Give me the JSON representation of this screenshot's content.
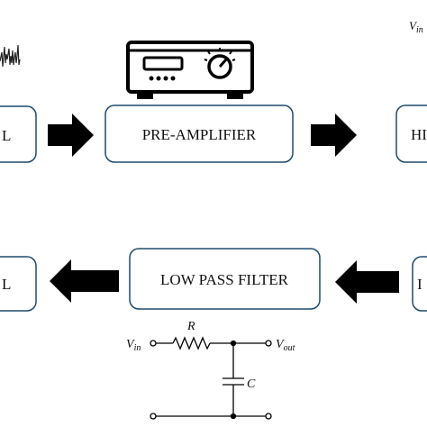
{
  "blocks": {
    "left_top": {
      "label": "L"
    },
    "preamp": {
      "label": "PRE-AMPLIFIER"
    },
    "right_top": {
      "label": "HI"
    },
    "lowpass": {
      "label": "LOW PASS FILTER"
    },
    "left_bottom": {
      "label": "L"
    },
    "right_bottom": {
      "label": "I"
    }
  },
  "top_right_vin": {
    "symbol": "V",
    "sub": "in"
  },
  "rc_circuit": {
    "vin": {
      "symbol": "V",
      "sub": "in"
    },
    "vout": {
      "symbol": "V",
      "sub": "out"
    },
    "resistor": "R",
    "capacitor": "C"
  },
  "icons": {
    "amplifier": "amplifier-device-icon",
    "signal": "signal-waveform-icon"
  },
  "colors": {
    "box_border": "#1e4a6e",
    "arrow": "#000000",
    "text": "#111111"
  }
}
